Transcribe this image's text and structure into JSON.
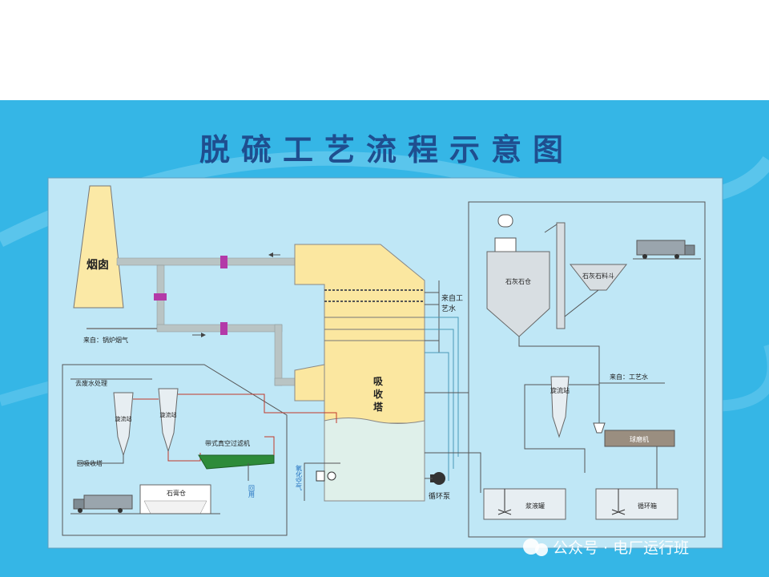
{
  "title": "脱硫工艺流程示意图",
  "labels": {
    "chimney": "烟囱",
    "boiler_flue": "来自：锅炉烟气",
    "process_water_a": "来自工",
    "process_water_b": "艺水",
    "absorber_a": "吸",
    "absorber_b": "收",
    "absorber_c": "塔",
    "limestone_silo": "石灰石仓",
    "limestone_hopper": "石灰石料斗",
    "process_water_right": "来自：工艺水",
    "ball_mill": "球磨机",
    "slurry_tank": "浆液罐",
    "circ_tank": "循环箱",
    "circ_pump": "循环泵",
    "oxidation_air": "氧化空气",
    "wastewater": "去废水处理",
    "return_tower": "回吸收塔",
    "belt_filter": "带式真空过滤机",
    "gypsum_silo": "石膏仓",
    "reuse": "回用",
    "cyclone": "旋流站",
    "watermark": "公众号 · 电厂运行班"
  },
  "colors": {
    "background_blue": "#35b6e6",
    "panel": "#bfe7f6",
    "chimney": "#fbe9a6",
    "absorber": "#fbe7a0",
    "slurry": "#dff0ea",
    "duct": "#b9c4c4",
    "damper": "#b33aa8",
    "title": "#1f4e8f"
  }
}
